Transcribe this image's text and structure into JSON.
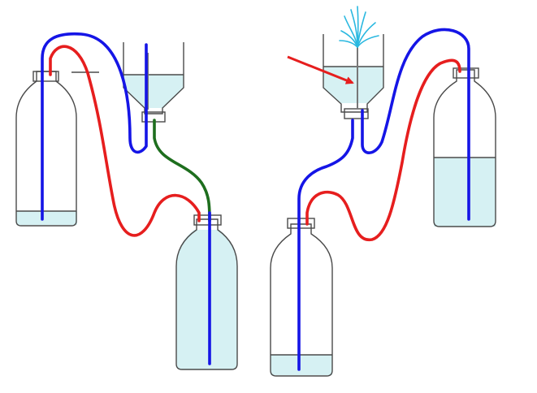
{
  "diagram": {
    "colors": {
      "background": "#ffffff",
      "outline": "#4a4a4a",
      "water": "#d6f1f3",
      "blue_tube": "#1515e6",
      "red_tube": "#e61e1e",
      "green_tube": "#1e6e1e",
      "arrow": "#e61e1e",
      "fountain": "#2ab8e0",
      "rod": "#777777"
    },
    "apparatus": [
      {
        "name": "left-setup",
        "components": [
          "bottle-top-left",
          "funnel-left",
          "bottle-bottom-left"
        ]
      },
      {
        "name": "right-setup",
        "components": [
          "funnel-right",
          "bottle-top-right",
          "bottle-bottom-right"
        ]
      }
    ],
    "icons": [
      "bottle",
      "funnel",
      "stopper",
      "fountain-spray",
      "pointer-arrow"
    ]
  }
}
